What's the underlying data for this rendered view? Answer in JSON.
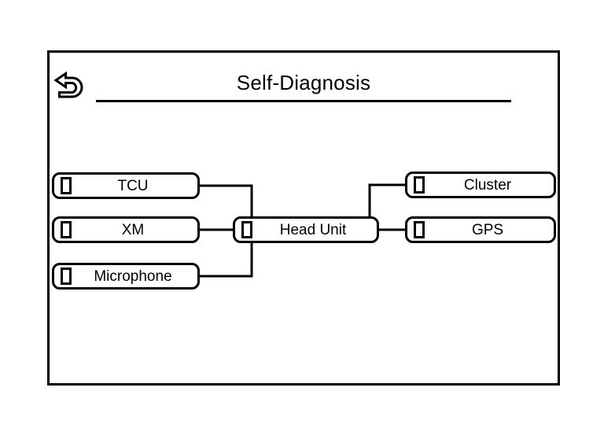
{
  "screen": {
    "background_color": "#ffffff",
    "line_color": "#000000"
  },
  "header": {
    "back_icon": "back-arrow-icon",
    "title": "Self-Diagnosis"
  },
  "diagram": {
    "type": "module-topology",
    "indicator_icon": "status-led-icon",
    "nodes": [
      {
        "id": "tcu",
        "label": "TCU",
        "column": "left",
        "row": 1
      },
      {
        "id": "xm",
        "label": "XM",
        "column": "left",
        "row": 2
      },
      {
        "id": "microphone",
        "label": "Microphone",
        "column": "left",
        "row": 3
      },
      {
        "id": "head_unit",
        "label": "Head Unit",
        "column": "center",
        "row": 2
      },
      {
        "id": "cluster",
        "label": "Cluster",
        "column": "right",
        "row": 1
      },
      {
        "id": "gps",
        "label": "GPS",
        "column": "right",
        "row": 2
      }
    ],
    "connections": [
      {
        "from": "tcu",
        "to": "head_unit"
      },
      {
        "from": "xm",
        "to": "head_unit"
      },
      {
        "from": "microphone",
        "to": "head_unit"
      },
      {
        "from": "head_unit",
        "to": "cluster"
      },
      {
        "from": "head_unit",
        "to": "gps"
      }
    ]
  }
}
